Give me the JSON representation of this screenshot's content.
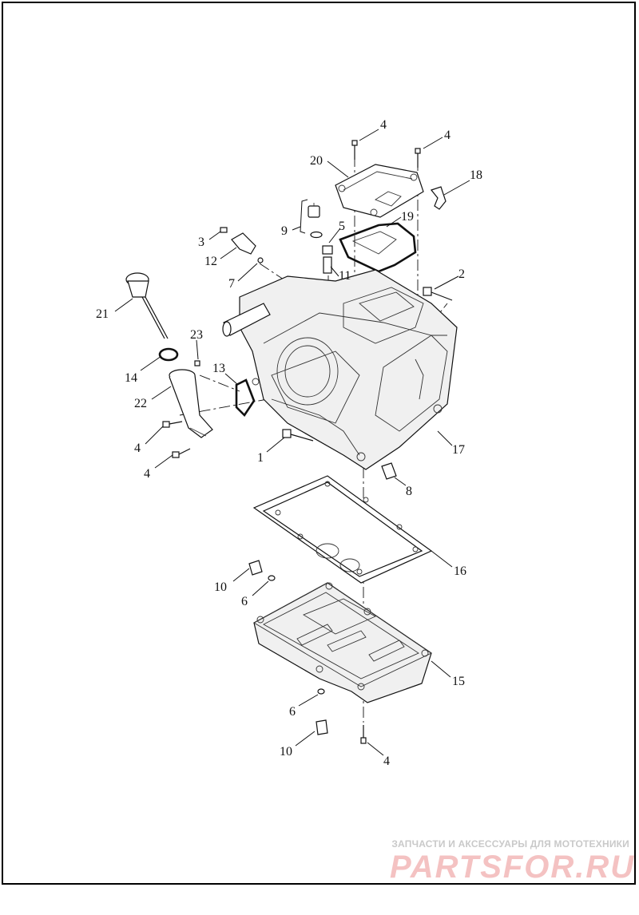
{
  "callouts": {
    "c4a": "4",
    "c4b": "4",
    "c20": "20",
    "c18": "18",
    "c19": "19",
    "c9": "9",
    "c5": "5",
    "c3": "3",
    "c12": "12",
    "c7": "7",
    "c11": "11",
    "c2": "2",
    "c21": "21",
    "c23": "23",
    "c13": "13",
    "c14": "14",
    "c22": "22",
    "c4c": "4",
    "c4d": "4",
    "c1": "1",
    "c17": "17",
    "c8": "8",
    "c16": "16",
    "c10a": "10",
    "c6a": "6",
    "c15": "15",
    "c6b": "6",
    "c10b": "10",
    "c4e": "4"
  },
  "watermark": {
    "caption": "ЗАПЧАСТИ И АКСЕССУАРЫ ДЛЯ МОТОТЕХНИКИ",
    "logo": "PARTSFOR.RU"
  },
  "colors": {
    "line": "#111111",
    "watermark_caption": "#c9c9c9",
    "watermark_logo": "#f4c2c2"
  }
}
